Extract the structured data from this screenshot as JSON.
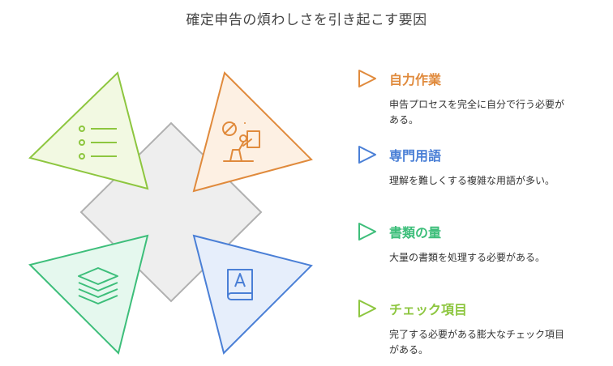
{
  "title": "確定申告の煩わしさを引き起こす要因",
  "items": [
    {
      "title": "自力作業",
      "description": "申告プロセスを完全に自分で行う必要がある。",
      "color": "#E08A3C",
      "fill": "#FDF0E3",
      "icon": "person-at-desk-icon"
    },
    {
      "title": "専門用語",
      "description": "理解を難しくする複雑な用語が多い。",
      "color": "#4A7FD6",
      "fill": "#E6EEFB",
      "icon": "dictionary-book-icon"
    },
    {
      "title": "書類の量",
      "description": "大量の書類を処理する必要がある。",
      "color": "#3DBE7A",
      "fill": "#E5F8EE",
      "icon": "document-stack-icon"
    },
    {
      "title": "チェック項目",
      "description": "完了する必要がある膨大なチェック項目がある。",
      "color": "#8DC63F",
      "fill": "#F2F9E2",
      "icon": "checklist-icon"
    }
  ],
  "center_fill": "#EEEEEE",
  "center_stroke": "#B0B0B0"
}
